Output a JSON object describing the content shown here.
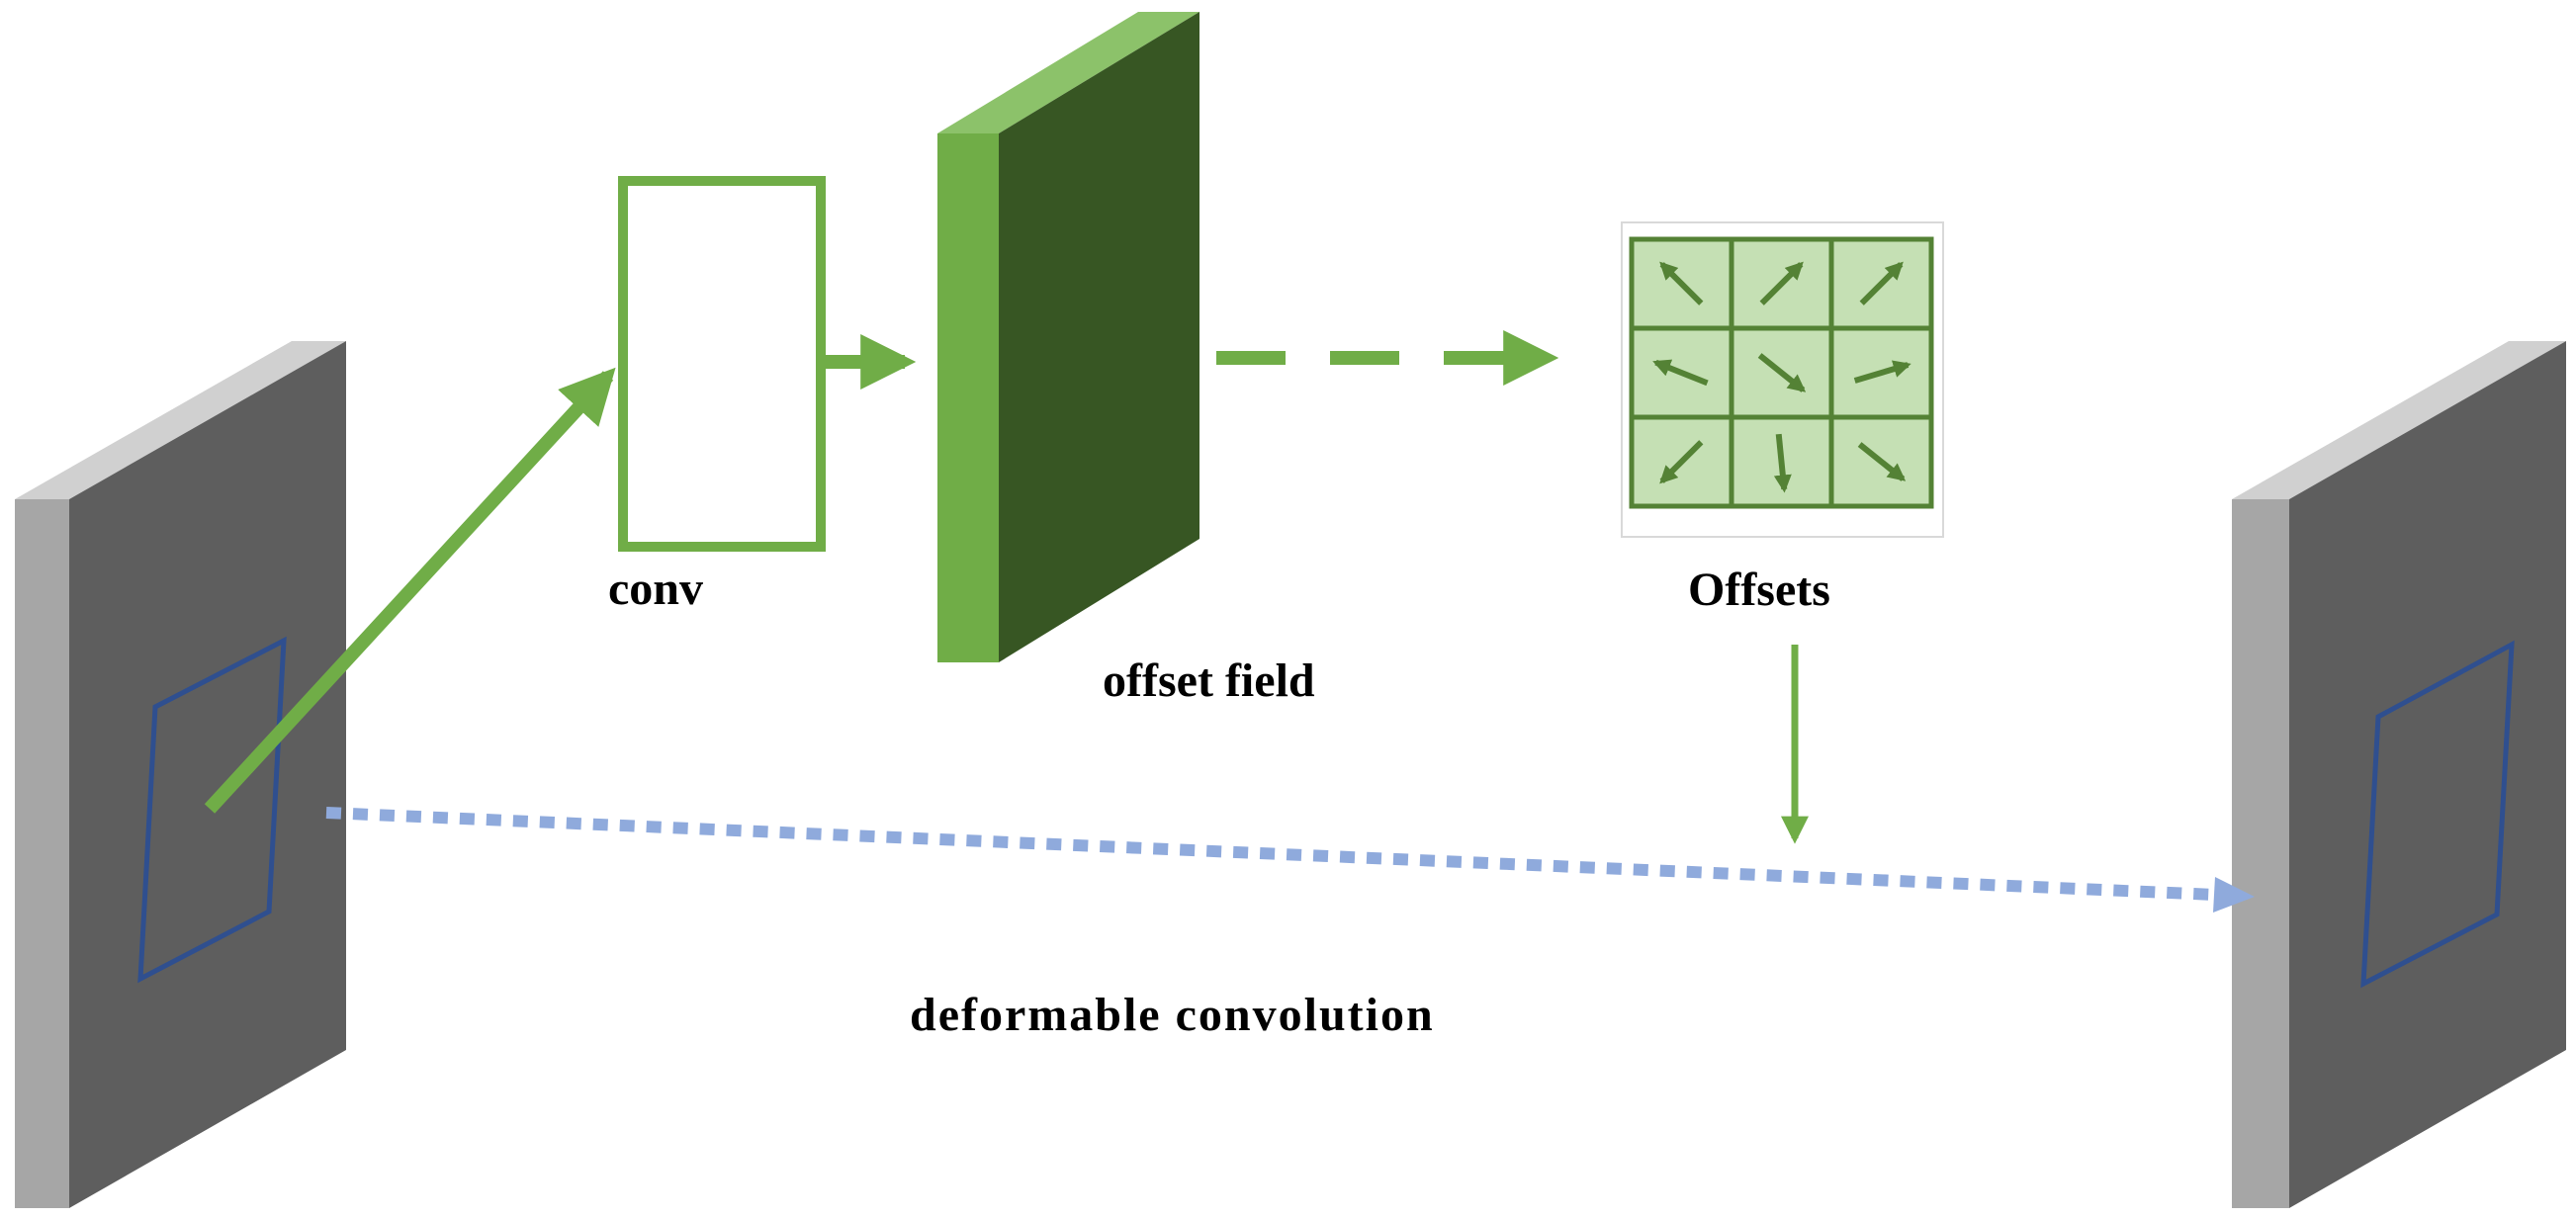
{
  "labels": {
    "conv": "conv",
    "offset_field": "offset field",
    "offsets": "Offsets",
    "deformable_convolution": "deformable convolution"
  },
  "colors": {
    "green_arrow": "#70ad47",
    "green_block_front": "#375623",
    "green_block_side": "#70ad47",
    "gray_front": "#5e5e5e",
    "gray_side": "#a6a6a6",
    "gray_top": "#d0d0d0",
    "blue_sampling_outline": "#2f4f8f",
    "blue_dotted_arrow": "#8faadc",
    "offset_grid_fill": "#c5e0b4",
    "offset_grid_line": "#548235"
  },
  "icons": {
    "offset_arrows": [
      "arrow-up-left",
      "arrow-up-right",
      "arrow-up-right",
      "arrow-left",
      "arrow-down-right",
      "arrow-right",
      "arrow-down-left",
      "arrow-down",
      "arrow-down-right"
    ]
  }
}
